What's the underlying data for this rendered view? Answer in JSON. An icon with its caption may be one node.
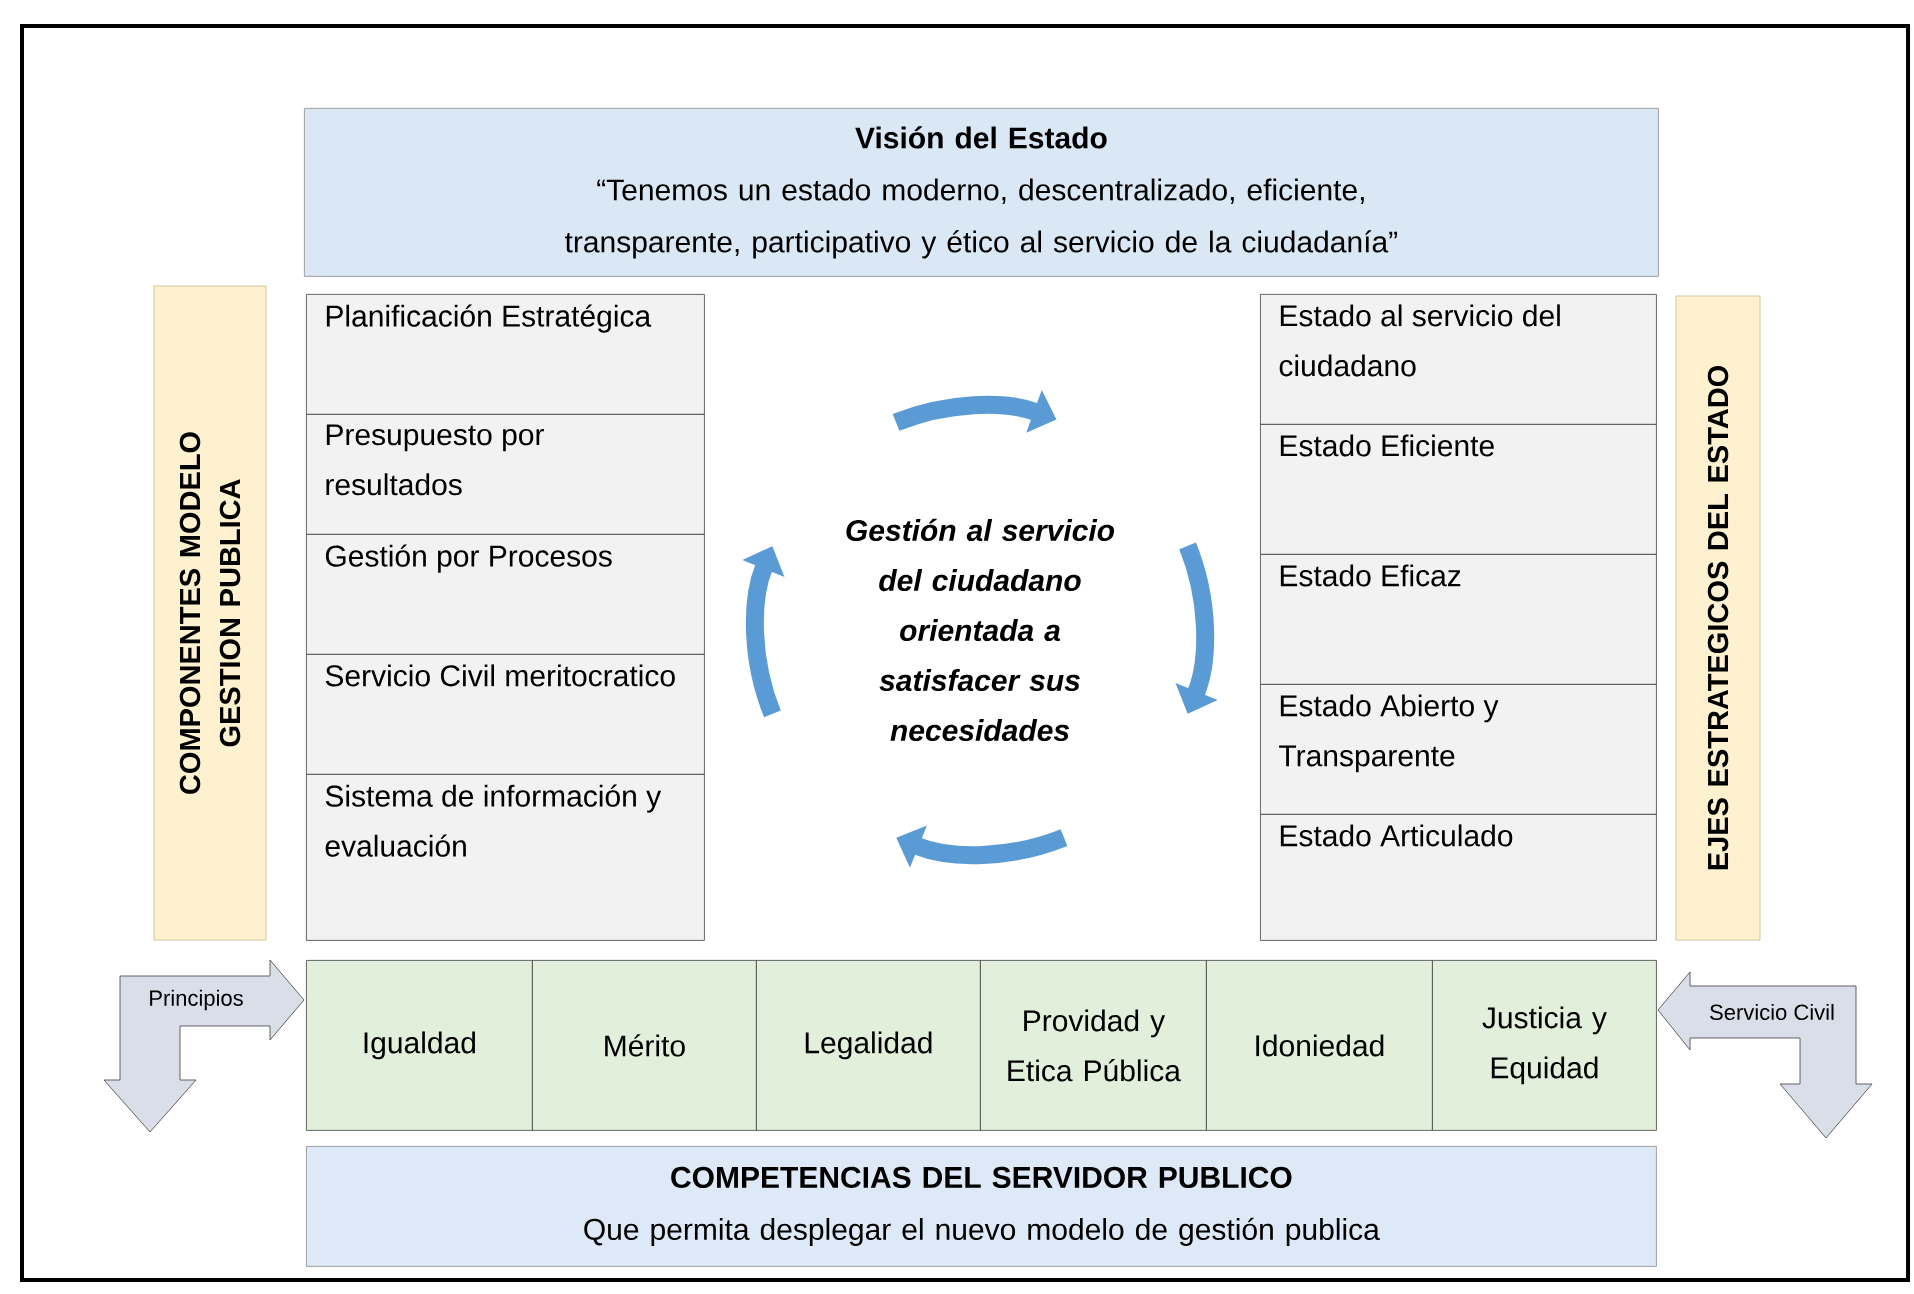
{
  "diagram": {
    "nodes": [
      {
        "text": [
          "Visión del Estado",
          "“Tenemos un estado moderno, descentralizado, eficiente, transparente, participativo y ético al servicio de la ciudadanía”"
        ]
      },
      {
        "text": [
          "COMPONENTES MODELO GESTION PUBLICA"
        ]
      },
      {
        "text": [
          "Planificación Estratégica"
        ]
      },
      {
        "text": [
          "Presupuesto por resultados"
        ]
      },
      {
        "text": [
          "Gestión por Procesos"
        ]
      },
      {
        "text": [
          "Servicio Civil meritocratico"
        ]
      },
      {
        "text": [
          "Sistema de información y evaluación"
        ]
      },
      {
        "text": [
          "Gestión al servicio del ciudadano orientada a satisfacer sus necesidades"
        ]
      },
      {
        "text": [
          "Estado al servicio del ciudadano"
        ]
      },
      {
        "text": [
          "Estado Eficiente"
        ]
      },
      {
        "text": [
          "Estado Eficaz"
        ]
      },
      {
        "text": [
          "Estado Abierto y Transparente"
        ]
      },
      {
        "text": [
          "Estado Articulado"
        ]
      },
      {
        "text": [
          "EJES ESTRATEGICOS DEL ESTADO"
        ]
      },
      {
        "text": [
          "Principios"
        ]
      },
      {
        "text": [
          "Igualdad"
        ]
      },
      {
        "text": [
          "Mérito"
        ]
      },
      {
        "text": [
          "Legalidad"
        ]
      },
      {
        "text": [
          "Providad y Etica Pública"
        ]
      },
      {
        "text": [
          "Idoniedad"
        ]
      },
      {
        "text": [
          "Justicia y Equidad"
        ]
      },
      {
        "text": [
          "Servicio Civil"
        ]
      },
      {
        "text": [
          "COMPETENCIAS DEL SERVIDOR PUBLICO",
          "Que permita desplegar el nuevo modelo de gestión publica"
        ]
      }
    ]
  }
}
